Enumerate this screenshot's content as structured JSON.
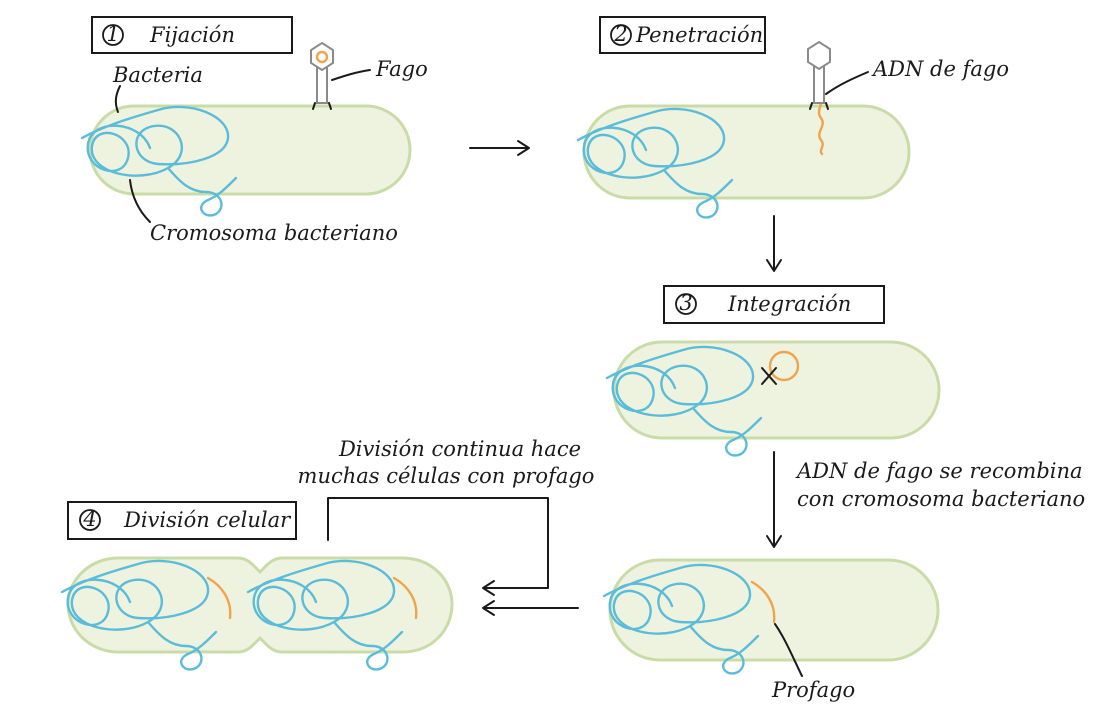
{
  "steps": {
    "s1": {
      "number": "1",
      "title": "Fijación"
    },
    "s2": {
      "number": "2",
      "title": "Penetración"
    },
    "s3": {
      "number": "3",
      "title": "Integración"
    },
    "s4": {
      "number": "4",
      "title": "División celular"
    }
  },
  "labels": {
    "bacteria": "Bacteria",
    "fago": "Fago",
    "cromosoma": "Cromosoma bacteriano",
    "adn_fago": "ADN de fago",
    "recombina_1": "ADN de fago se recombina",
    "recombina_2": "con cromosoma bacteriano",
    "division_1": "División continua hace",
    "division_2": "muchas células con profago",
    "profago": "Profago"
  },
  "colors": {
    "cell_fill": "#eef3e0",
    "cell_outline": "#c9dca8",
    "bacterial_dna": "#5bbcd9",
    "phage_dna": "#f0a34b"
  }
}
